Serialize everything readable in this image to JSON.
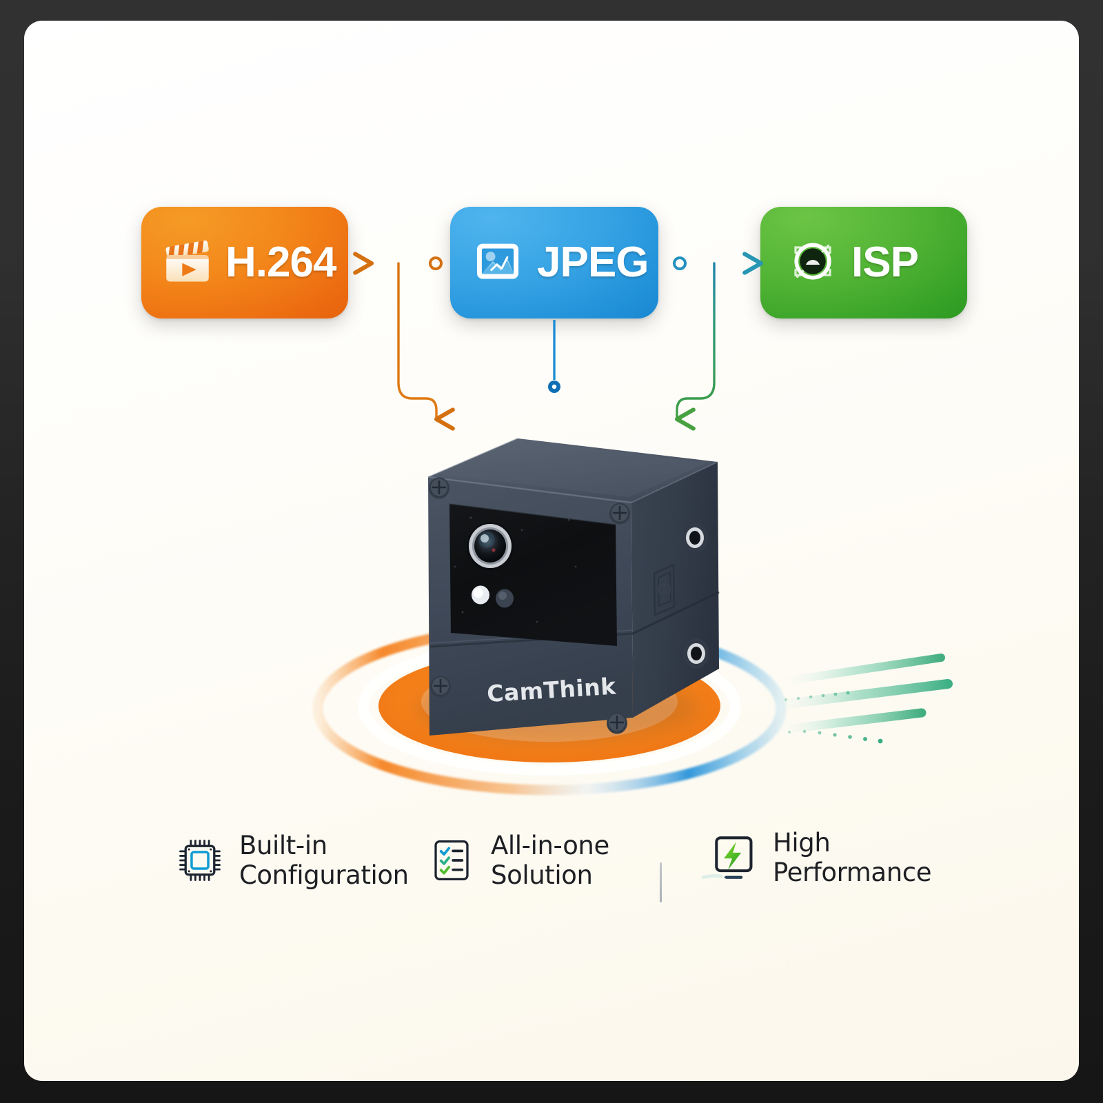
{
  "page": {
    "background_color": "#2b2b2b",
    "card_color": "#fdfaf2"
  },
  "format_badges": [
    {
      "id": "h264",
      "label": "H.264",
      "icon": "clapperboard-icon",
      "color": "#ec6b10",
      "text_color": "#ffffff"
    },
    {
      "id": "jpeg",
      "label": "JPEG",
      "icon": "image-photo-icon",
      "color": "#2090d8",
      "text_color": "#ffffff"
    },
    {
      "id": "isp",
      "label": "ISP",
      "icon": "camera-lens-icon",
      "color": "#34a026",
      "text_color": "#ffffff"
    }
  ],
  "connectors": [
    {
      "id": "jpeg-to-h264",
      "color": "#d4700f",
      "direction": "left-and-down"
    },
    {
      "id": "jpeg-to-device",
      "color": "#1a86d0",
      "direction": "down"
    },
    {
      "id": "jpeg-to-isp",
      "color": "#3f9e4a",
      "direction": "right-and-down"
    }
  ],
  "device": {
    "brand": "CamThink",
    "body_color": "#3c4552",
    "panel_color": "#0e0f10",
    "base_ring_colors": [
      "#f5821f",
      "#2090d8"
    ],
    "accent_streak_color": "#22a06b"
  },
  "features": [
    {
      "id": "built-in-configuration",
      "label": "Built-in\nConfiguration",
      "icon": "cpu-chip-icon",
      "accent": "#0f9bd4"
    },
    {
      "id": "all-in-one-solution",
      "label": "All-in-one\nSolution",
      "icon": "checklist-icon",
      "accent": "#3aa76d"
    },
    {
      "id": "high-performance",
      "label": "High\nPerformance",
      "icon": "monitor-lightning-icon",
      "accent": "#56bf2a"
    }
  ]
}
